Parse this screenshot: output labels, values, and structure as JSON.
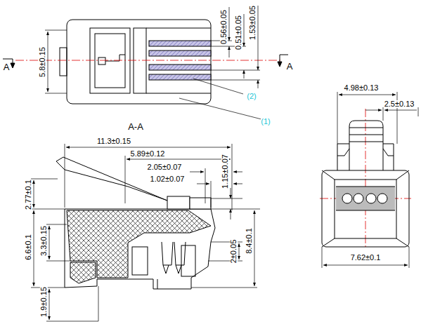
{
  "diagram": {
    "labels": [
      "A",
      "5.8±0.15",
      "0.56±0.05",
      "0.51±0.05",
      "1.53±0.05",
      "A",
      "(2)",
      "(1)",
      "A-A",
      "11.3±0.15",
      "5.89±0.12",
      "2.05±0.07",
      "1.02±0.07",
      "1.15±0.07",
      "2.77±0.1",
      "6.6±0.1",
      "3.3±0.15",
      "2±0.05",
      "8.4±0.1",
      "1.9±0.15",
      "4.98±0.13",
      "2.5±0.13",
      "7.62±0.1"
    ]
  }
}
